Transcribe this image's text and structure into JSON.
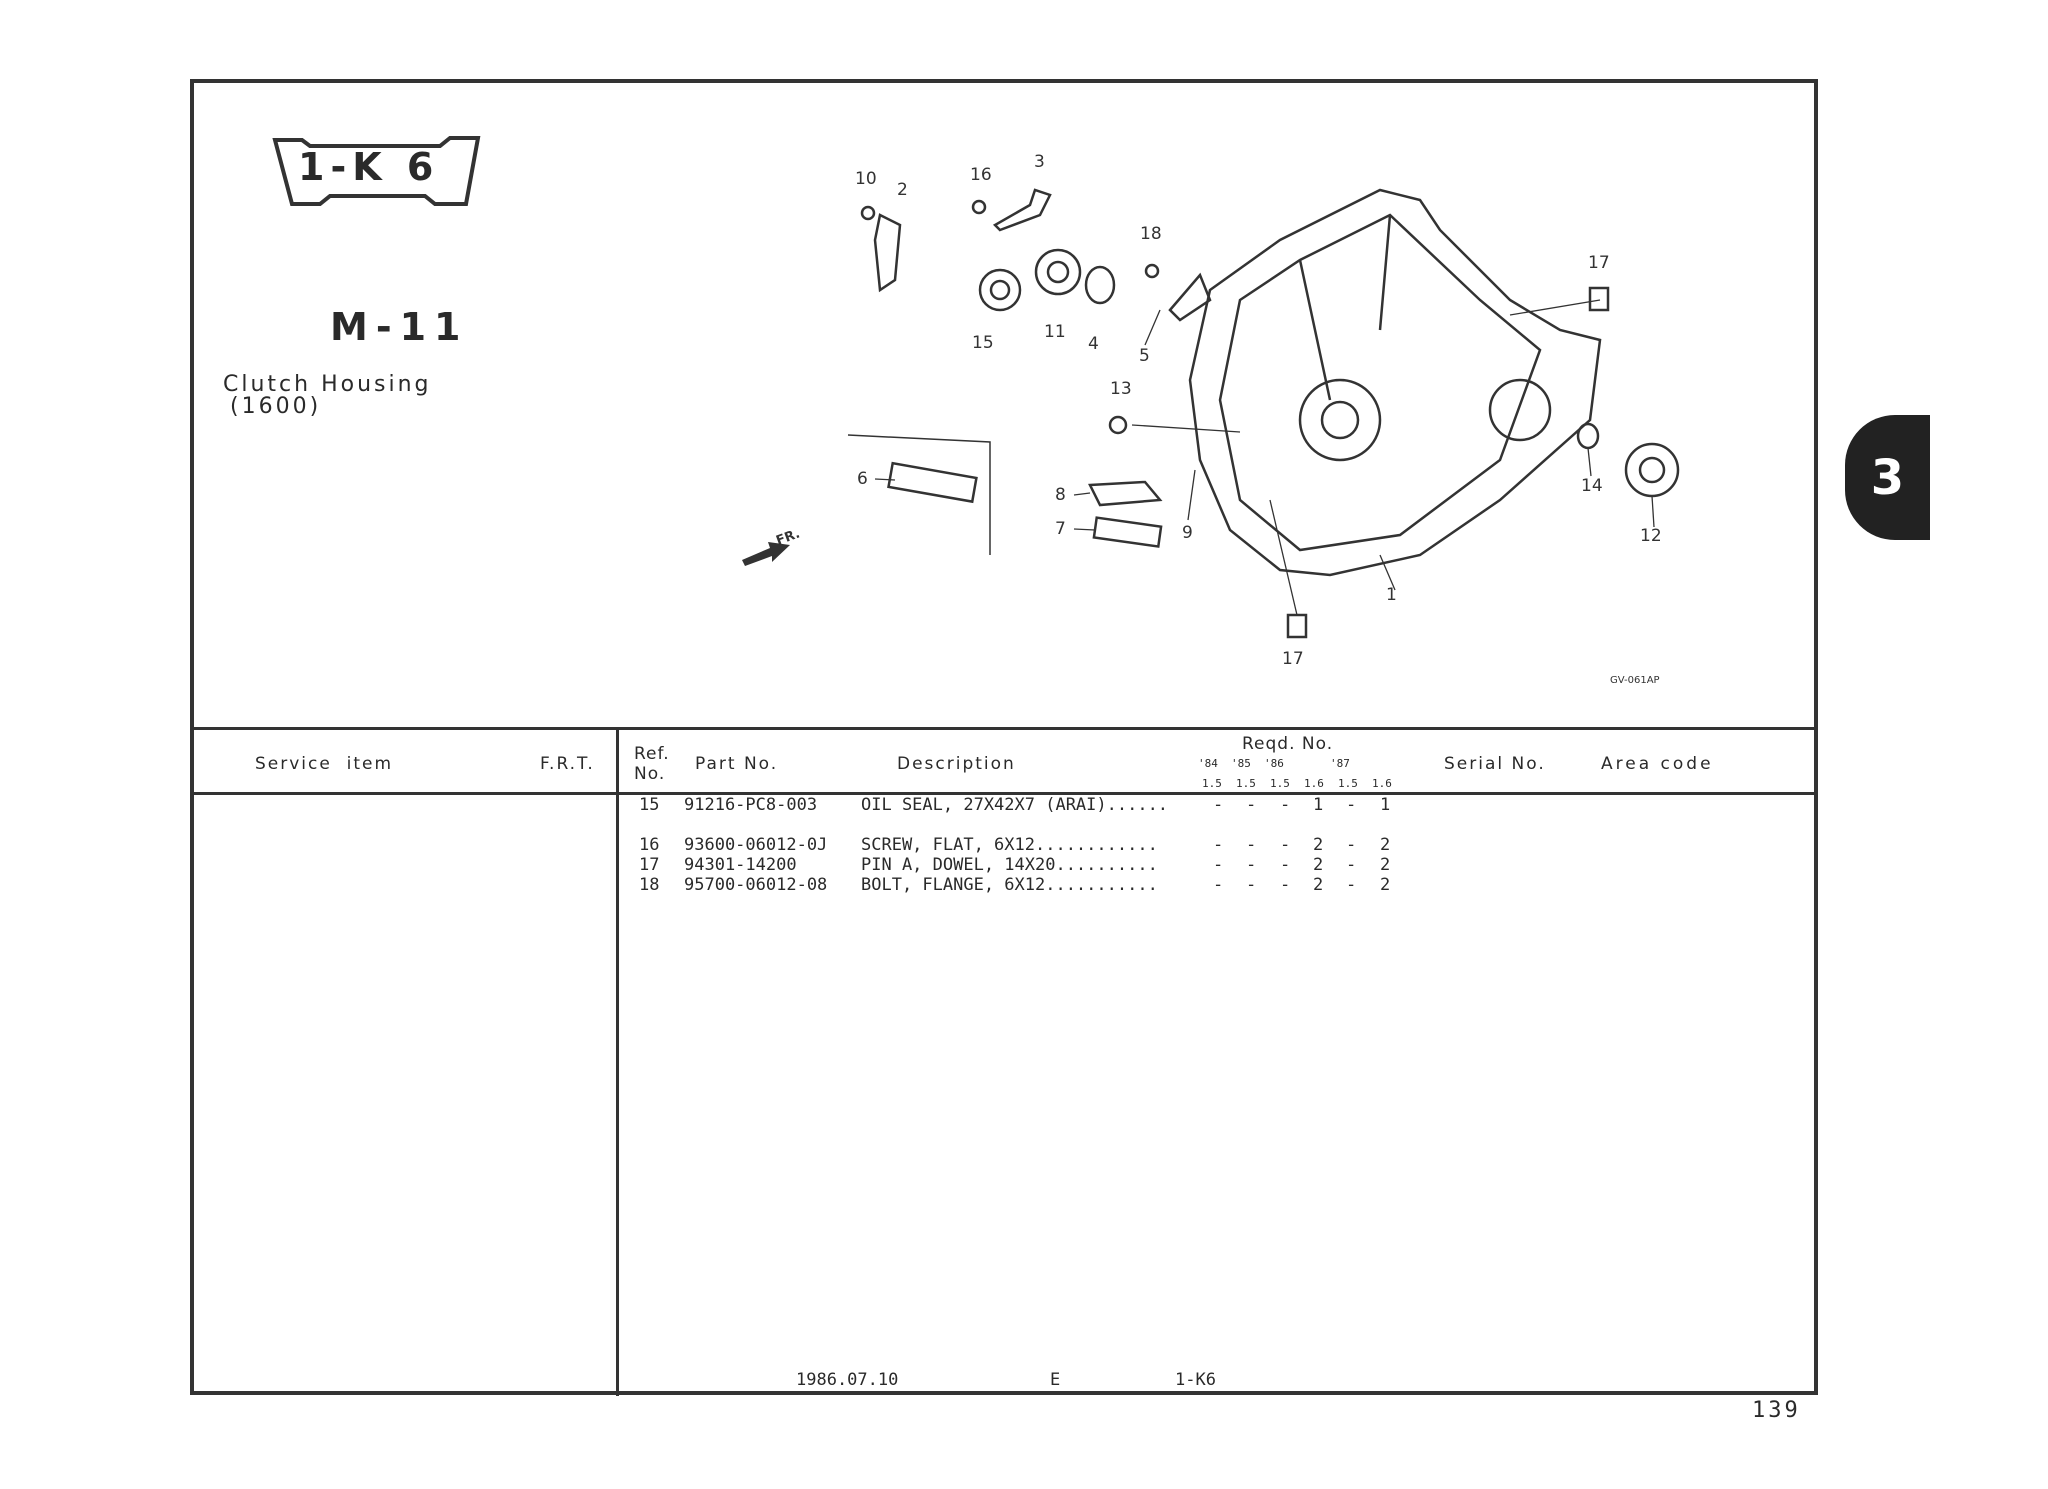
{
  "header": {
    "badge": "1-K 6",
    "model": "M-11",
    "title": "Clutch Housing",
    "subtitle": "(1600)"
  },
  "section_tab": "3",
  "diagram": {
    "callouts": [
      "10",
      "2",
      "16",
      "3",
      "18",
      "17",
      "15",
      "11",
      "4",
      "5",
      "13",
      "6",
      "8",
      "7",
      "9",
      "14",
      "12",
      "1",
      "17"
    ],
    "front_label": "FR.",
    "code": "GV-061AP"
  },
  "table": {
    "headers": {
      "service_item": "Service  item",
      "frt": "F.R.T.",
      "ref_no_1": "Ref.",
      "ref_no_2": "No.",
      "part_no": "Part No.",
      "description": "Description",
      "reqd_no": "Reqd. No.",
      "years": [
        "'84",
        "'85",
        "'86",
        "",
        "'87",
        ""
      ],
      "sizes": [
        "1.5",
        "1.5",
        "1.5",
        "1.6",
        "1.5",
        "1.6"
      ],
      "serial_no": "Serial No.",
      "area_code": "Area code"
    },
    "rows": [
      {
        "ref": "15",
        "part": "91216-PC8-003",
        "desc": "OIL SEAL, 27X42X7 (ARAI)......",
        "qty": [
          "-",
          "-",
          "-",
          "1",
          "-",
          "1"
        ]
      },
      {
        "ref": "16",
        "part": "93600-06012-0J",
        "desc": "SCREW, FLAT, 6X12............",
        "qty": [
          "-",
          "-",
          "-",
          "2",
          "-",
          "2"
        ]
      },
      {
        "ref": "17",
        "part": "94301-14200",
        "desc": "PIN A, DOWEL, 14X20..........",
        "qty": [
          "-",
          "-",
          "-",
          "2",
          "-",
          "2"
        ]
      },
      {
        "ref": "18",
        "part": "95700-06012-08",
        "desc": "BOLT, FLANGE, 6X12...........",
        "qty": [
          "-",
          "-",
          "-",
          "2",
          "-",
          "2"
        ]
      }
    ]
  },
  "footer": {
    "date": "1986.07.10",
    "edition": "E",
    "code": "1-K6",
    "page": "139"
  }
}
